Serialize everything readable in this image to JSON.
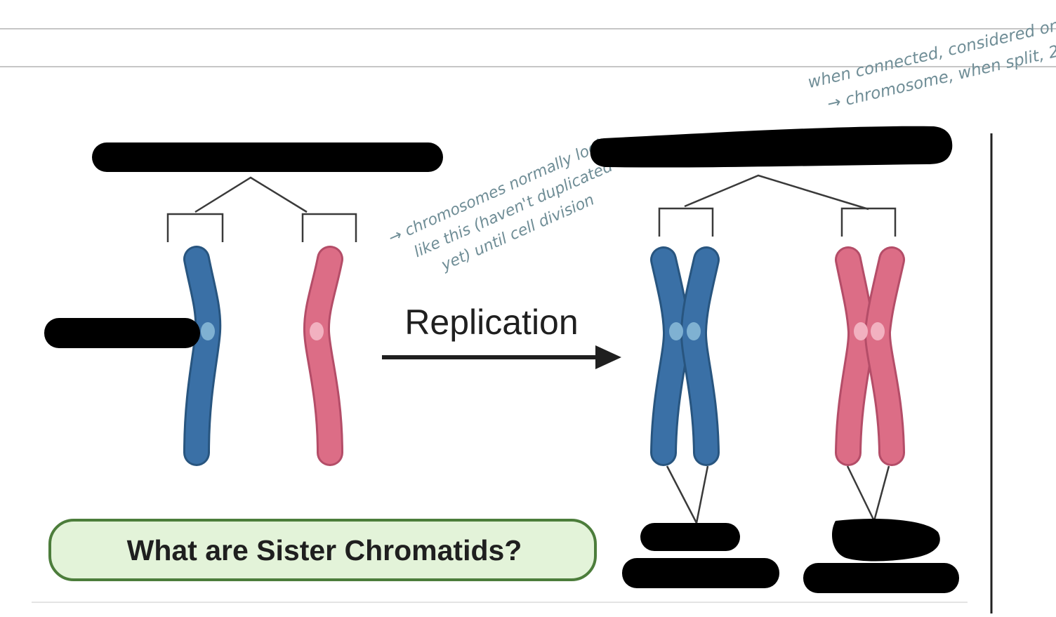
{
  "diagram": {
    "replication_label": "Replication",
    "callout_label": "What are Sister Chromatids?",
    "annotations": {
      "top_right": [
        "when connected, considered one",
        "→ chromosome, when split, 2"
      ],
      "middle": [
        "→ chromosomes normally look",
        "like this (haven't duplicated",
        "yet) until cell division"
      ]
    },
    "colors": {
      "blue_chromosome": "#3a70a6",
      "pink_chromosome": "#dc6d86",
      "callout_fill": "#e3f3d9",
      "callout_border": "#4c7d3b",
      "redaction": "#000000",
      "handwriting_ink": "#6f8d96",
      "notebook_rule": "#c6c6c6"
    }
  }
}
